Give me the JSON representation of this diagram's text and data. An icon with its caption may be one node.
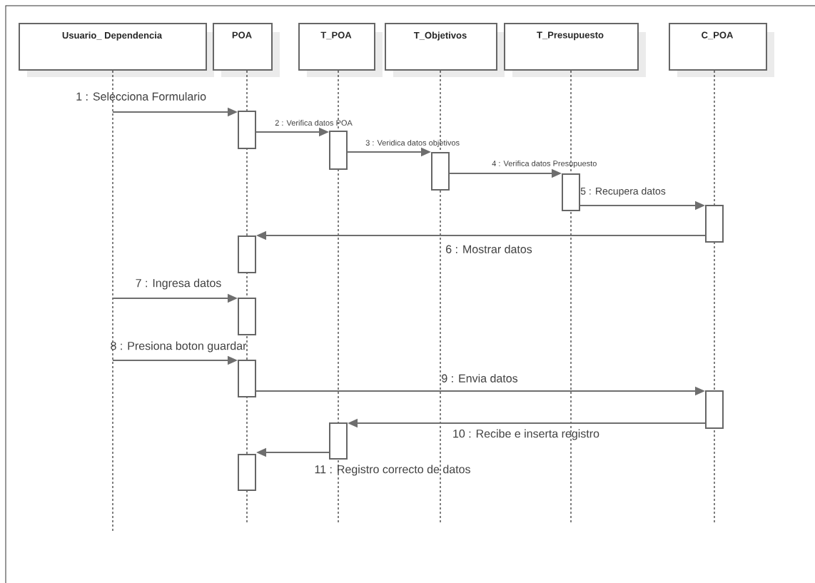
{
  "diagram": {
    "nodes": [
      {
        "text": [
          "Usuario_ Dependencia"
        ]
      },
      {
        "text": [
          "POA"
        ]
      },
      {
        "text": [
          "T_POA"
        ]
      },
      {
        "text": [
          "T_Objetivos"
        ]
      },
      {
        "text": [
          "T_Presupuesto"
        ]
      },
      {
        "text": [
          "C_POA"
        ]
      },
      {
        "text": [],
        "shape": "bar"
      },
      {
        "text": [],
        "shape": "bar"
      },
      {
        "text": [],
        "shape": "bar"
      },
      {
        "text": [],
        "shape": "bar"
      },
      {
        "text": [],
        "shape": "bar"
      },
      {
        "text": [],
        "shape": "bar"
      },
      {
        "text": [],
        "shape": "bar"
      },
      {
        "text": [],
        "shape": "bar"
      },
      {
        "text": [],
        "shape": "bar"
      },
      {
        "text": [],
        "shape": "bar"
      },
      {
        "text": [],
        "shape": "bar"
      }
    ],
    "edges": [
      {
        "from": null,
        "to": 6,
        "arrow": "to",
        "label": "1 : Selecciona Formulario"
      },
      {
        "from": 6,
        "to": 7,
        "arrow": "to",
        "label": "2 : Verifica datos POA"
      },
      {
        "from": 7,
        "to": 8,
        "arrow": "to",
        "label": "3 : Veridica datos objetivos"
      },
      {
        "from": 8,
        "to": 9,
        "arrow": "to",
        "label": "4 : Verifica datos Presupuesto"
      },
      {
        "from": 9,
        "to": 10,
        "arrow": "to",
        "label": "5 : Recupera datos"
      },
      {
        "from": 10,
        "to": 11,
        "arrow": "to",
        "label": "6 : Mostrar datos"
      },
      {
        "from": null,
        "to": 12,
        "arrow": "to",
        "label": "7 : Ingresa datos"
      },
      {
        "from": null,
        "to": 13,
        "arrow": "to",
        "label": "8 : Presiona boton guardar"
      },
      {
        "from": 13,
        "to": 14,
        "arrow": "to",
        "label": "9 : Envia datos"
      },
      {
        "from": 14,
        "to": 15,
        "arrow": "to",
        "label": "10 : Recibe e inserta registro"
      },
      {
        "from": 15,
        "to": 16,
        "arrow": "to",
        "label": "11 : Registro correcto de datos"
      },
      {
        "from": 0,
        "to": null,
        "arrow": "none",
        "style": "dashed",
        "color": "#000000"
      },
      {
        "from": 1,
        "to": null,
        "arrow": "none",
        "style": "dashed",
        "color": "#000000"
      },
      {
        "from": 2,
        "to": null,
        "arrow": "none",
        "style": "dashed",
        "color": "#000000"
      },
      {
        "from": 3,
        "to": null,
        "arrow": "none",
        "style": "dashed",
        "color": "#000000"
      },
      {
        "from": 4,
        "to": null,
        "arrow": "none",
        "style": "dashed",
        "color": "#000000"
      },
      {
        "from": 5,
        "to": null,
        "arrow": "none",
        "style": "dashed",
        "color": "#000000"
      }
    ]
  }
}
